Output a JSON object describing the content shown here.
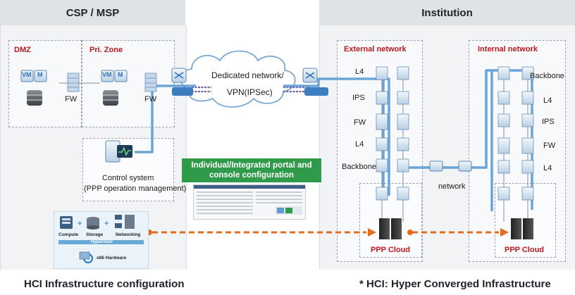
{
  "headers": {
    "left": "CSP / MSP",
    "right": "Institution"
  },
  "zones": {
    "dmz": "DMZ",
    "pri_zone": "Pri. Zone",
    "external_network": "External network",
    "internal_network": "Internal network"
  },
  "labels": {
    "fw_dmz": "FW",
    "fw_pri": "FW",
    "vpn_line1": "Dedicated network/",
    "vpn_line2": "VPN(IPSec)",
    "control_line1": "Control system",
    "control_line2": "(PPP operation management)",
    "portal_line1": "Individual/Integrated portal and",
    "portal_line2": "console configuration",
    "ext_l4": "L4",
    "ext_ips": "IPS",
    "ext_fw": "FW",
    "ext_l4b": "L4",
    "ext_backbone": "Backbone",
    "network": "network",
    "int_backbone": "Backbone",
    "int_l4": "L4",
    "int_ips": "IPS",
    "int_fw": "FW",
    "int_l4b": "L4",
    "ppp_cloud_ext": "PPP Cloud",
    "ppp_cloud_int": "PPP Cloud",
    "vm_a": "VM",
    "vm_b": "VM",
    "m_a": "M",
    "m_b": "M"
  },
  "hci": {
    "compute": "Compute",
    "storage": "Storage",
    "networking": "Networking",
    "hypervisor": "Hypervisor",
    "hardware": "x86 Hardware"
  },
  "footer": {
    "left": "HCI Infrastructure configuration",
    "right": "* HCI: Hyper Converged Infrastructure"
  },
  "colors": {
    "zone_red": "#c0171c",
    "link_blue": "#5b9bd5",
    "arrow_orange": "#e36c1f",
    "portal_green": "#2f9a49"
  }
}
